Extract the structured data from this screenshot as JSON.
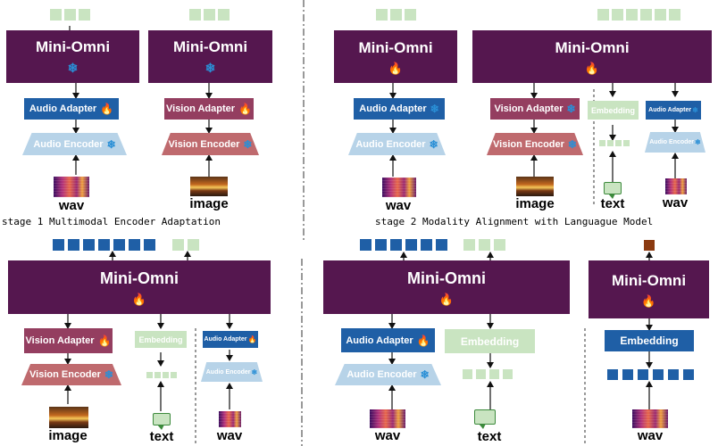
{
  "model_name": "Mini-Omni",
  "icons": {
    "trainable": "fire-icon",
    "frozen": "snowflake-icon",
    "fire_glyph": "🔥",
    "snow_glyph": "❄"
  },
  "colors": {
    "omni": "#55174f",
    "audio_adapter": "#1f5fa6",
    "vision_adapter": "#943e60",
    "audio_encoder": "#b7d3e8",
    "vision_encoder": "#bf6a6e",
    "embedding": "#c9e4c1",
    "token_green": "#c9e4c1",
    "token_blue": "#1f5fa6",
    "token_brown": "#8b3a10"
  },
  "labels": {
    "audio_adapter": "Audio Adapter",
    "vision_adapter": "Vision Adapter",
    "audio_encoder": "Audio Encoder",
    "vision_encoder": "Vision Encoder",
    "embedding": "Embedding",
    "wav": "wav",
    "image": "image",
    "text": "text"
  },
  "captions": {
    "stage1": "stage 1  Multimodal Encoder Adaptation",
    "stage2": "stage 2 Modality Alignment with Languague Model"
  }
}
